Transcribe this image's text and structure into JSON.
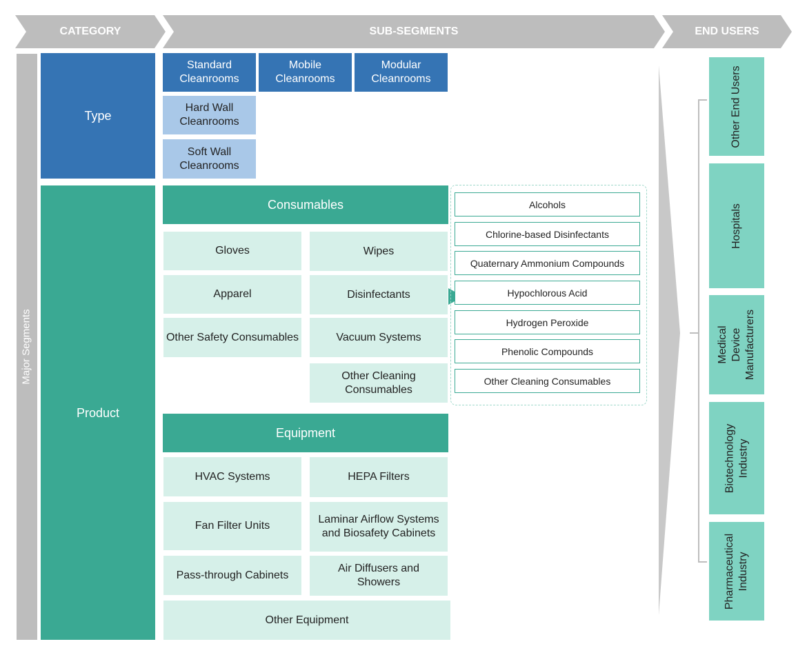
{
  "headers": {
    "category": "CATEGORY",
    "sub_segments": "SUB-SEGMENTS",
    "end_users": "END USERS"
  },
  "major_segments_label": "Major Segments",
  "type": {
    "label": "Type",
    "items": [
      "Standard Cleanrooms",
      "Mobile Cleanrooms",
      "Modular Cleanrooms",
      "Hard Wall Cleanrooms",
      "Soft Wall Cleanrooms"
    ]
  },
  "product": {
    "label": "Product",
    "consumables": {
      "label": "Consumables",
      "safety": [
        "Gloves",
        "Apparel",
        "Other Safety Consumables"
      ],
      "cleaning": [
        "Wipes",
        "Disinfectants",
        "Vacuum Systems",
        "Other Cleaning Consumables"
      ]
    },
    "disinfectants": [
      "Alcohols",
      "Chlorine-based Disinfectants",
      "Quaternary Ammonium Compounds",
      "Hypochlorous Acid",
      "Hydrogen Peroxide",
      "Phenolic Compounds",
      "Other Cleaning Consumables"
    ],
    "equipment": {
      "label": "Equipment",
      "items": [
        "HVAC Systems",
        "HEPA Filters",
        "Fan Filter Units",
        "Laminar Airflow Systems and Biosafety Cabinets",
        "Pass-through Cabinets",
        "Air Diffusers and Showers",
        "Other Equipment"
      ]
    }
  },
  "end_users": [
    "Other End Users",
    "Hospitals",
    "Medical Device Manufacturers",
    "Biotechnology Industry",
    "Pharmaceutical Industry"
  ],
  "colors": {
    "header_gray": "#bdbdbd",
    "dark_blue": "#3574b4",
    "light_blue": "#a9c8e8",
    "teal": "#3aa993",
    "mint": "#d6f0e9",
    "end_user_green": "#7fd3c2"
  }
}
